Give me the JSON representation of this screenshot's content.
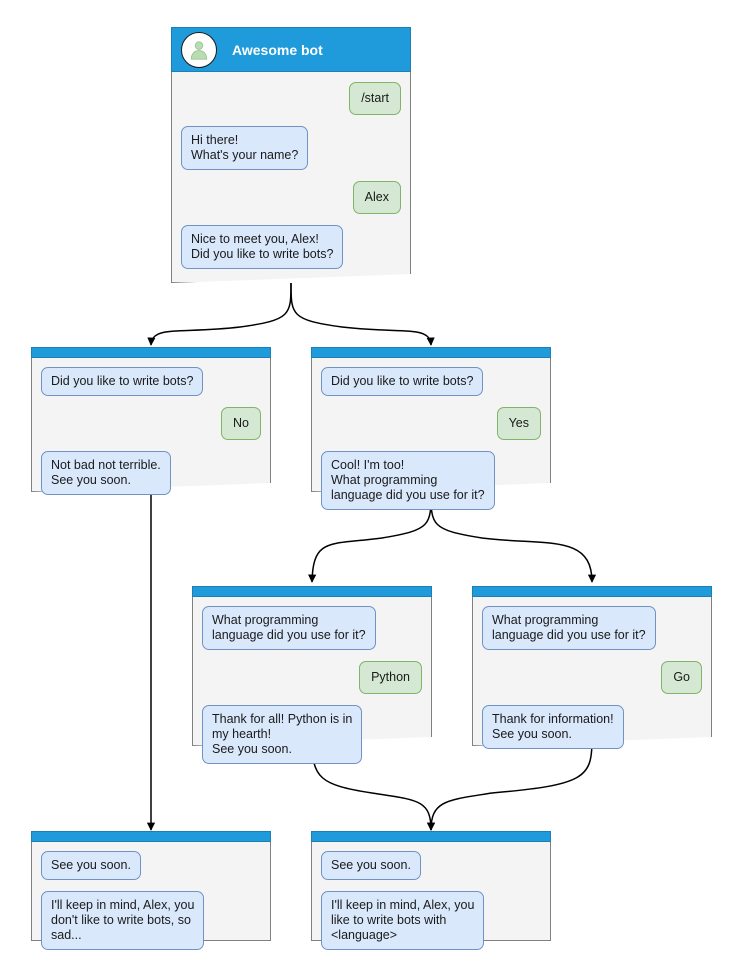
{
  "diagram": {
    "type": "chatbot-conversation-flow",
    "colors": {
      "header_blue": "#1f9ada",
      "node_body": "#f4f4f4",
      "bot_bubble_fill": "#dae8fc",
      "bot_bubble_border": "#6c8ebf",
      "user_bubble_fill": "#d5e8d4",
      "user_bubble_border": "#82b366",
      "edge": "#000000",
      "node_border": "#808080"
    }
  },
  "nodes": {
    "root": {
      "title": "Awesome bot",
      "avatar_icon": "person-avatar-icon",
      "messages": [
        {
          "side": "user",
          "text": "/start"
        },
        {
          "side": "bot",
          "text": "Hi there!\nWhat's your name?"
        },
        {
          "side": "user",
          "text": "Alex"
        },
        {
          "side": "bot",
          "text": "Nice to meet you, Alex!\nDid you like to write bots?"
        }
      ]
    },
    "no_branch": {
      "messages": [
        {
          "side": "bot",
          "text": "Did you like to write bots?"
        },
        {
          "side": "user",
          "text": "No"
        },
        {
          "side": "bot",
          "text": "Not bad not terrible.\nSee you soon."
        }
      ]
    },
    "yes_branch": {
      "messages": [
        {
          "side": "bot",
          "text": "Did you like to write bots?"
        },
        {
          "side": "user",
          "text": "Yes"
        },
        {
          "side": "bot",
          "text": "Cool! I'm too!\nWhat programming\nlanguage did you use for it?"
        }
      ]
    },
    "python_branch": {
      "messages": [
        {
          "side": "bot",
          "text": "What programming\nlanguage did you use for it?"
        },
        {
          "side": "user",
          "text": "Python"
        },
        {
          "side": "bot",
          "text": "Thank for all! Python is in\nmy hearth!\nSee you soon."
        }
      ]
    },
    "go_branch": {
      "messages": [
        {
          "side": "bot",
          "text": "What programming\nlanguage did you use for it?"
        },
        {
          "side": "user",
          "text": "Go"
        },
        {
          "side": "bot",
          "text": "Thank for information!\nSee you soon."
        }
      ]
    },
    "end_sad": {
      "messages": [
        {
          "side": "bot",
          "text": "See you soon."
        },
        {
          "side": "bot",
          "text": "I'll keep in mind, Alex, you\ndon't like to write bots, so\nsad..."
        }
      ]
    },
    "end_happy": {
      "messages": [
        {
          "side": "bot",
          "text": "See you soon."
        },
        {
          "side": "bot",
          "text": "I'll keep in mind, Alex, you\nlike to write bots with\n<language>"
        }
      ]
    }
  }
}
